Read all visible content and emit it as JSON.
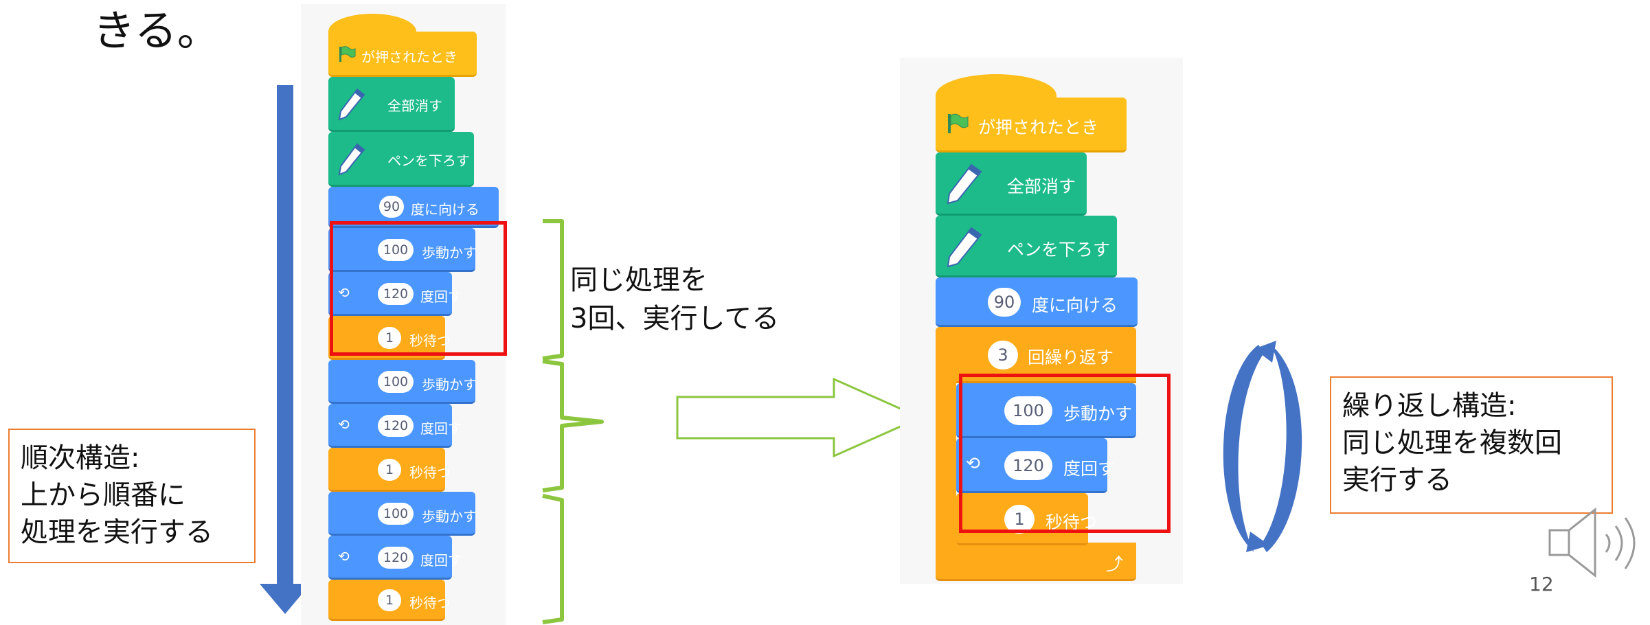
{
  "heading_tail": "きる。",
  "scratch": {
    "flag_event": "が押されたとき",
    "clear": "全部消す",
    "pen_down": "ペンを下ろす",
    "point_value": "90",
    "point_label": "度に向ける",
    "move_value": "100",
    "move_label": "歩動かす",
    "turn_value": "120",
    "turn_label": "度回す",
    "wait_value": "1",
    "wait_label": "秒待つ",
    "repeat_value": "3",
    "repeat_label": "回繰り返す"
  },
  "annotation": {
    "line1": "同じ処理を",
    "line2": "3回、実行してる"
  },
  "sequential_callout": {
    "line1": "順次構造:",
    "line2": "上から順番に",
    "line3": "処理を実行する"
  },
  "loop_callout": {
    "line1": "繰り返し構造:",
    "line2": "同じ処理を複数回",
    "line3": "実行する"
  },
  "page_number": "12",
  "colors": {
    "events": "#ffbf1a",
    "pen": "#1dbb8a",
    "motion": "#4c97ff",
    "control": "#ffab19",
    "highlight_box": "#ee1111",
    "callout_border": "#ed7d31",
    "sequence_arrow": "#4472c4",
    "curly_brace": "#8cc63f"
  }
}
